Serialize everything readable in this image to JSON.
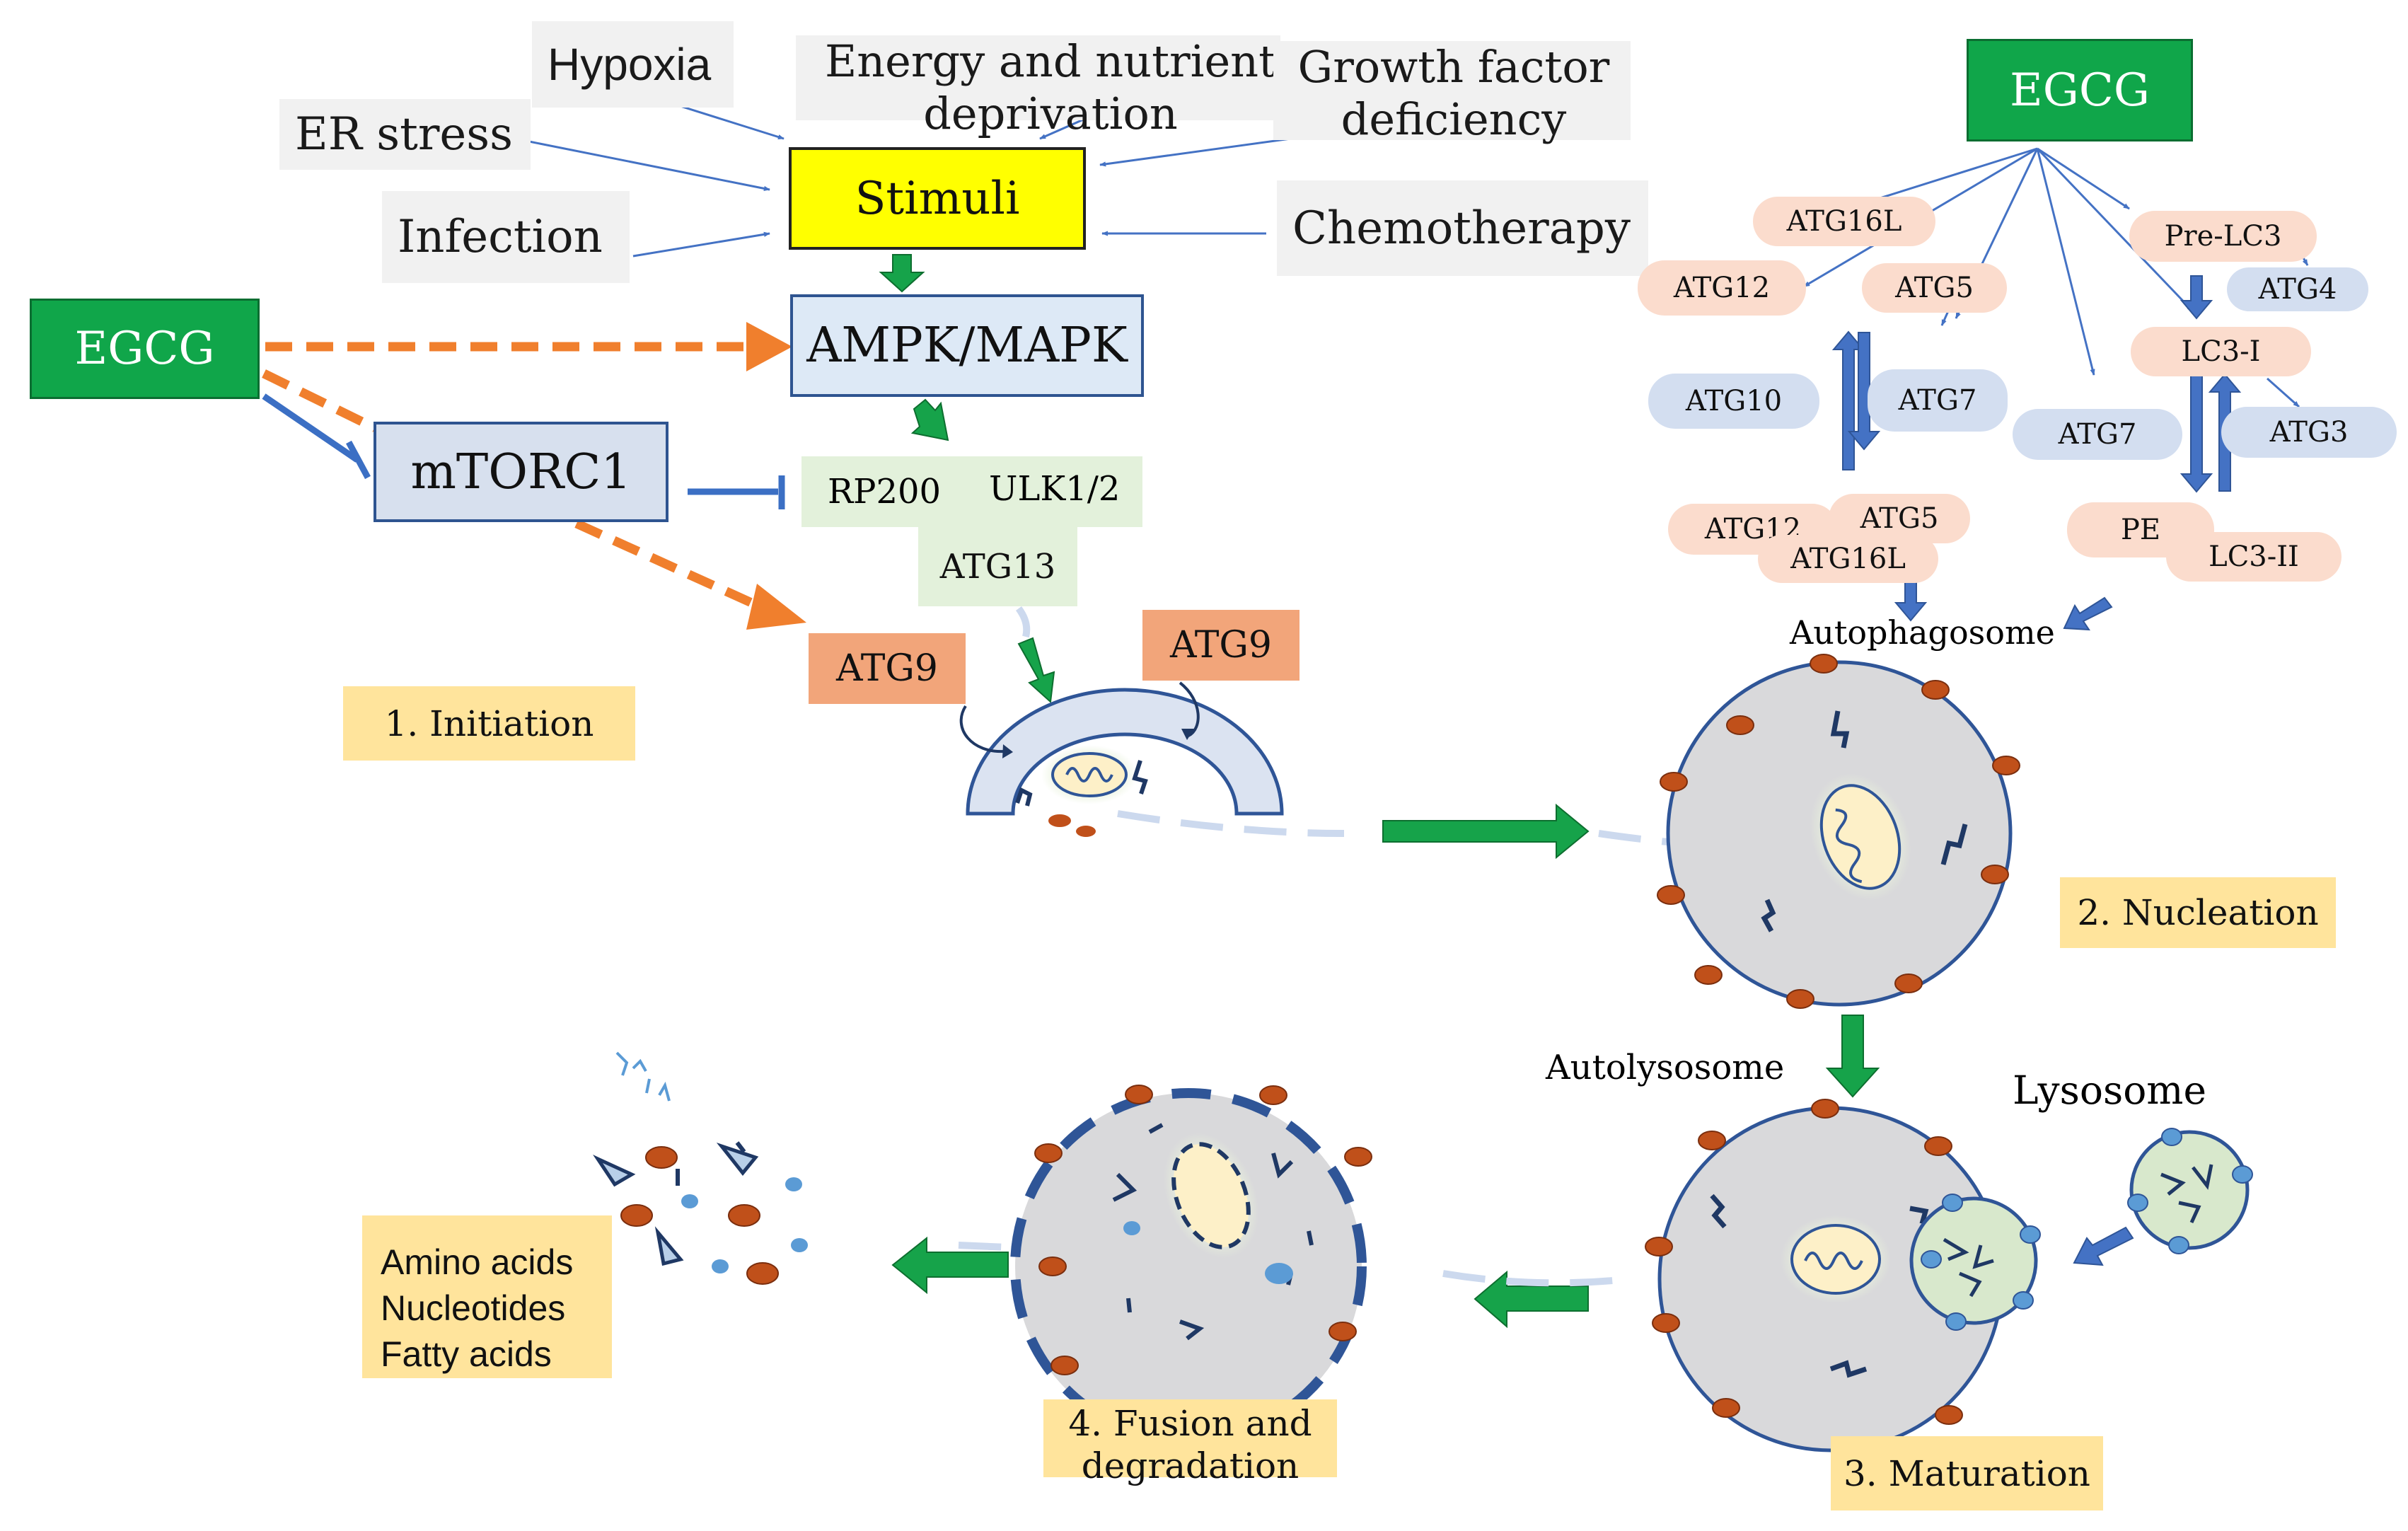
{
  "stimuli_sources": {
    "hypoxia": "Hypoxia",
    "energy": "Energy and nutrient deprivation",
    "growth": "Growth factor deficiency",
    "er_stress": "ER stress",
    "infection": "Infection",
    "chemotherapy": "Chemotherapy"
  },
  "nodes": {
    "stimuli": "Stimuli",
    "egcg_left": "EGCG",
    "egcg_right": "EGCG",
    "ampk": "AMPK/MAPK",
    "mtorc1": "mTORC1",
    "rp200": "RP200",
    "ulk": "ULK1/2",
    "atg13": "ATG13",
    "atg9_left": "ATG9",
    "atg9_right": "ATG9"
  },
  "right_panel": {
    "atg16l": "ATG16L",
    "atg12": "ATG12",
    "atg5": "ATG5",
    "atg10": "ATG10",
    "atg7_a": "ATG7",
    "atg7_b": "ATG7",
    "pre_lc3": "Pre-LC3",
    "atg4": "ATG4",
    "lc3_i": "LC3-I",
    "atg3": "ATG3",
    "cx_atg12": "ATG12",
    "cx_atg5": "ATG5",
    "cx_atg16l": "ATG16L",
    "pe": "PE",
    "lc3_ii": "LC3-II",
    "autophagosome": "Autophagosome"
  },
  "labels": {
    "autolysosome": "Autolysosome",
    "lysosome": "Lysosome"
  },
  "steps": {
    "initiation": "1. Initiation",
    "nucleation": "2. Nucleation",
    "maturation": "3. Maturation",
    "fusion": "4. Fusion and degradation"
  },
  "products": [
    "Amino acids",
    "Nucleotides",
    "Fatty acids"
  ],
  "colors": {
    "egcg_green": "#10a64a",
    "stimuli_yellow": "#ffff00",
    "inhibit_blue": "#3b6fc4",
    "promote_orange": "#f07f2d",
    "flow_green": "#16a34a",
    "step_label_bg": "#ffe49c",
    "atg_pink": "#fbdccd",
    "atg_blue": "#d3def0",
    "cell_grey": "#d9d9db",
    "cell_border": "#2f5597",
    "dot_orange": "#c0501a",
    "lysosome_green": "#d8e8cc"
  }
}
